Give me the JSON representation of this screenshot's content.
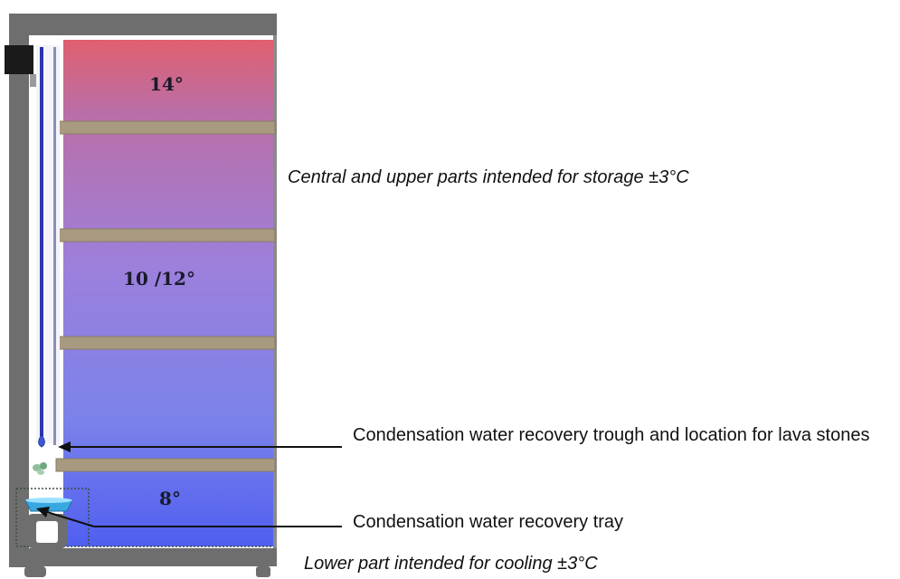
{
  "zones": [
    {
      "temperature": "14°"
    },
    {
      "temperature": "10 /12°"
    },
    {
      "temperature": "8°"
    }
  ],
  "annotations": {
    "storage": "Central and upper parts intended for storage ±3°C",
    "trough": "Condensation water recovery trough and location for lava stones",
    "tray": "Condensation water recovery tray",
    "cooling": "Lower part intended for cooling ±3°C"
  },
  "colors": {
    "top_zone": "#e0606e",
    "middle_zone": "#9d7fdb",
    "bottom_zone": "#5060ee",
    "shelf": "#a89a80",
    "cabinet_wall": "#6e6e6e",
    "water_pipe": "#2a35b0",
    "tray_water": "#3aa8e0"
  }
}
